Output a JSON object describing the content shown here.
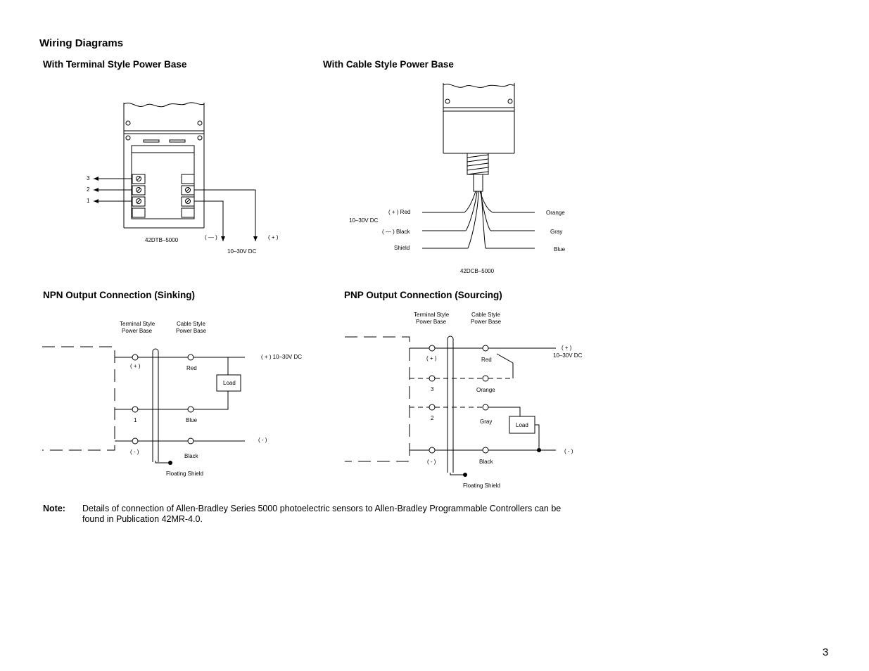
{
  "page": {
    "title": "Wiring Diagrams",
    "page_number": "3"
  },
  "terminal_base": {
    "heading": "With Terminal Style Power Base",
    "terminals": [
      "3",
      "2",
      "1"
    ],
    "model": "42DTB–5000",
    "neg_label": "( — )",
    "pos_label": "( + )",
    "supply": "10–30V DC"
  },
  "cable_base": {
    "heading": "With Cable Style Power Base",
    "left_wires": [
      "( + ) Red",
      "( — ) Black",
      "Shield"
    ],
    "supply": "10–30V DC",
    "right_wires": [
      "Orange",
      "Gray",
      "Blue"
    ],
    "model": "42DCB–5000"
  },
  "npn": {
    "heading": "NPN Output Connection (Sinking)",
    "col_terminal": [
      "Terminal Style",
      "Power Base"
    ],
    "col_cable": [
      "Cable Style",
      "Power Base"
    ],
    "term_pos": "( + )",
    "term_1": "1",
    "term_neg": "( - )",
    "wire_red": "Red",
    "wire_blue": "Blue",
    "wire_black": "Black",
    "load": "Load",
    "supply_pos": "( + ) 10–30V DC",
    "supply_neg": "( - )",
    "shield": "Floating Shield"
  },
  "pnp": {
    "heading": "PNP Output Connection (Sourcing)",
    "col_terminal": [
      "Terminal Style",
      "Power Base"
    ],
    "col_cable": [
      "Cable Style",
      "Power Base"
    ],
    "term_pos": "( + )",
    "term_3": "3",
    "term_2": "2",
    "term_neg": "( - )",
    "wire_red": "Red",
    "wire_orange": "Orange",
    "wire_gray": "Gray",
    "wire_black": "Black",
    "load": "Load",
    "supply_pos": "( + )",
    "supply_volt": "10–30V DC",
    "supply_neg": "( - )",
    "shield": "Floating Shield"
  },
  "note": {
    "label": "Note:",
    "text": "Details of connection of Allen-Bradley Series 5000 photoelectric sensors to Allen-Bradley Programmable Controllers can be found in Publication 42MR-4.0."
  }
}
